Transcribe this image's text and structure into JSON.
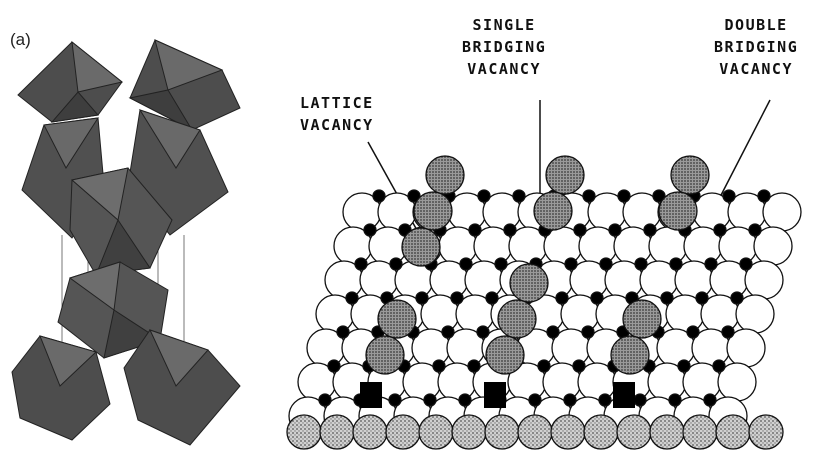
{
  "figure": {
    "panel_label": "(a)",
    "callouts": {
      "lattice": [
        "LATTICE",
        "VACANCY"
      ],
      "single": [
        "SINGLE",
        "BRIDGING",
        "VACANCY"
      ],
      "double": [
        "DOUBLE",
        "BRIDGING",
        "VACANCY"
      ]
    },
    "colors": {
      "octahedron_fill": "#5a5a5a",
      "octahedron_edge": "#222222",
      "oxygen_ball": "#ffffff",
      "bridging_oxygen": "#8a8a8a",
      "titanium": "#000000",
      "bottom_row": "#b5b5b5"
    },
    "icons": [
      "octahedron-icon",
      "oxygen-atom-icon",
      "titanium-atom-icon"
    ]
  }
}
